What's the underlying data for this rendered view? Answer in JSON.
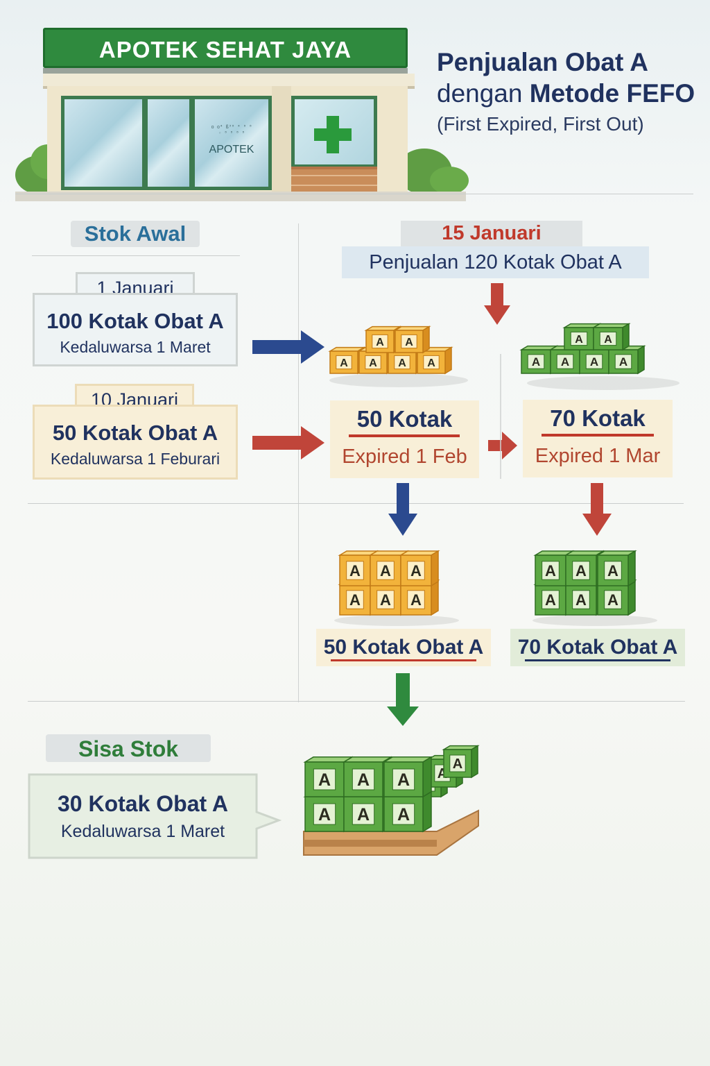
{
  "store": {
    "sign": "APOTEK SEHAT JAYA",
    "door_label": "APOTEK",
    "door_small": "o o⁴ ß³⁸ ⁴ ⁸ ⁸\n◦ ⁸ ⁸ ⁸ ⁸"
  },
  "title": {
    "line1": "Penjualan Obat A",
    "line2_pre": "dengan ",
    "line2_bold": "Metode FEFO",
    "line3": "(First Expired, First Out)"
  },
  "stok_awal": {
    "label": "Stok Awal",
    "batch1": {
      "date": "1 Januari",
      "qty": "100 Kotak Obat A",
      "expiry": "Kedaluwarsa 1 Maret"
    },
    "batch2": {
      "date": "10 Januari",
      "qty": "50 Kotak Obat A",
      "expiry": "Kedaluwarsa 1 Feburari"
    }
  },
  "sale": {
    "date": "15 Januari",
    "desc": "Penjualan 120 Kotak Obat A"
  },
  "picked": {
    "first": {
      "qty": "50 Kotak",
      "expiry": "Expired 1 Feb"
    },
    "second": {
      "qty": "70 Kotak",
      "expiry": "Expired 1 Mar"
    }
  },
  "sold": {
    "first": "50 Kotak Obat A",
    "second": "70 Kotak Obat A"
  },
  "sisa": {
    "label": "Sisa Stok",
    "qty": "30 Kotak Obat A",
    "expiry": "Kedaluwarsa 1 Maret"
  },
  "box_letter": "A",
  "colors": {
    "navy": "#20325f",
    "red": "#c0392b",
    "green": "#2f7d3a",
    "blue_arrow": "#2b4a8f",
    "orange_box": "#f0b53a",
    "green_box": "#5fa843",
    "cream": "#f8efd8"
  }
}
